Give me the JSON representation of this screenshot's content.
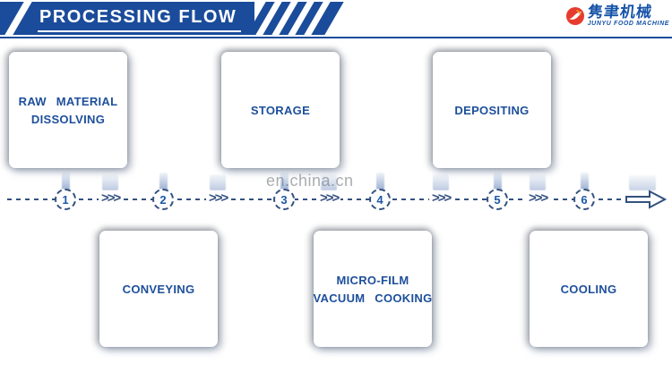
{
  "header": {
    "title": "PROCESSING FLOW",
    "logo": {
      "brand_cn": "隽聿机械",
      "brand_en": "JUNYU FOOD MACHINE"
    }
  },
  "watermark": "en.china.cn",
  "flow": {
    "chevron": ">>>",
    "cards": [
      {
        "lines": [
          "RAW MATERIAL",
          "DISSOLVING"
        ],
        "row": "top"
      },
      {
        "lines": [
          "STORAGE"
        ],
        "row": "top"
      },
      {
        "lines": [
          "DEPOSITING"
        ],
        "row": "top"
      },
      {
        "lines": [
          "CONVEYING"
        ],
        "row": "bottom"
      },
      {
        "lines": [
          "MICRO-FILM",
          "VACUUM COOKING"
        ],
        "row": "bottom"
      },
      {
        "lines": [
          "COOLING"
        ],
        "row": "bottom"
      }
    ],
    "sequence": [
      {
        "step": "1",
        "process": "RAW MATERIAL DISSOLVING"
      },
      {
        "step": "2",
        "process": "CONVEYING"
      },
      {
        "step": "3",
        "process": "STORAGE"
      },
      {
        "step": "4",
        "process": "MICRO-FILM VACUUM COOKING"
      },
      {
        "step": "5",
        "process": "DEPOSITING"
      },
      {
        "step": "6",
        "process": "COOLING"
      }
    ]
  },
  "colors": {
    "header_blue": "#1b4c9b",
    "label_blue": "#1d4f9b",
    "line_navy": "#33517f",
    "logo_red": "#e63c2f",
    "logo_orange": "#f49d1c",
    "logo_text_blue": "#1553a8",
    "watermark_gray": "#97999c"
  }
}
